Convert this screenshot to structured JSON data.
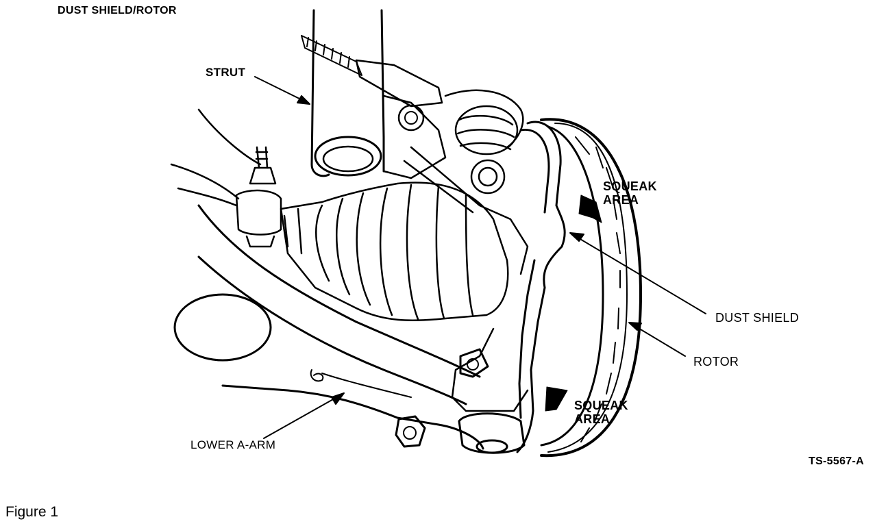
{
  "title": "DUST SHIELD/ROTOR",
  "labels": {
    "strut": "STRUT",
    "squeak_top_1": "SQUEAK",
    "squeak_top_2": "AREA",
    "squeak_bottom_1": "SQUEAK",
    "squeak_bottom_2": "AREA",
    "dust_shield": "DUST SHIELD",
    "rotor": "ROTOR",
    "lower_a_arm": "LOWER A-ARM"
  },
  "figure_code": "TS-5567-A",
  "caption": "Figure 1",
  "colors": {
    "ink": "#000000",
    "paper": "#ffffff"
  }
}
